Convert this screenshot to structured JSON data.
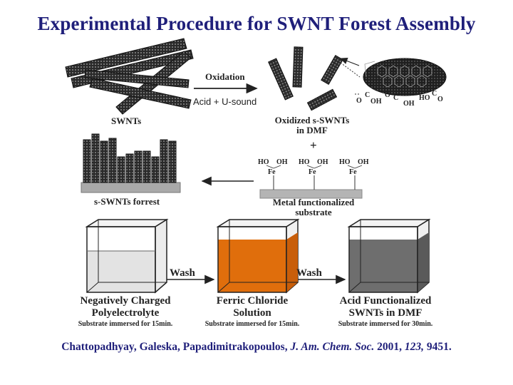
{
  "title": "Experimental Procedure for SWNT Forest Assembly",
  "top": {
    "oxidation": "Oxidation",
    "acid_usound": "Acid + U-sound",
    "swnts": "SWNTs",
    "oxidized_1": "Oxidized s-SWNTs",
    "oxidized_2": "in DMF",
    "plus": "+",
    "forest": "s-SWNTs forrest",
    "metal_1": "Metal functionalized",
    "metal_2": "substrate",
    "oh": "OH",
    "ho": "HO",
    "fe": "Fe",
    "o": "O",
    "c": "C"
  },
  "beakers": [
    {
      "line1": "Negatively Charged",
      "line2": "Polyelectrolyte",
      "note": "Substrate immersed for 15min.",
      "fill": "#e3e3e3"
    },
    {
      "line1": "Ferric Chloride",
      "line2": "Solution",
      "note": "Substrate immersed for 15min.",
      "fill": "#e06e0c"
    },
    {
      "line1": "Acid Functionalized",
      "line2": "SWNTs in DMF",
      "note": "Substrate immersed for 30min.",
      "fill": "#6e6e6e"
    }
  ],
  "wash1": "Wash",
  "wash2": "Wash",
  "citation": {
    "authors": "Chattopadhyay, Galeska, Papadimitrakopoulos,",
    "journal": "J. Am. Chem. Soc.",
    "year": "2001,",
    "volume": "123,",
    "pages": "9451."
  }
}
